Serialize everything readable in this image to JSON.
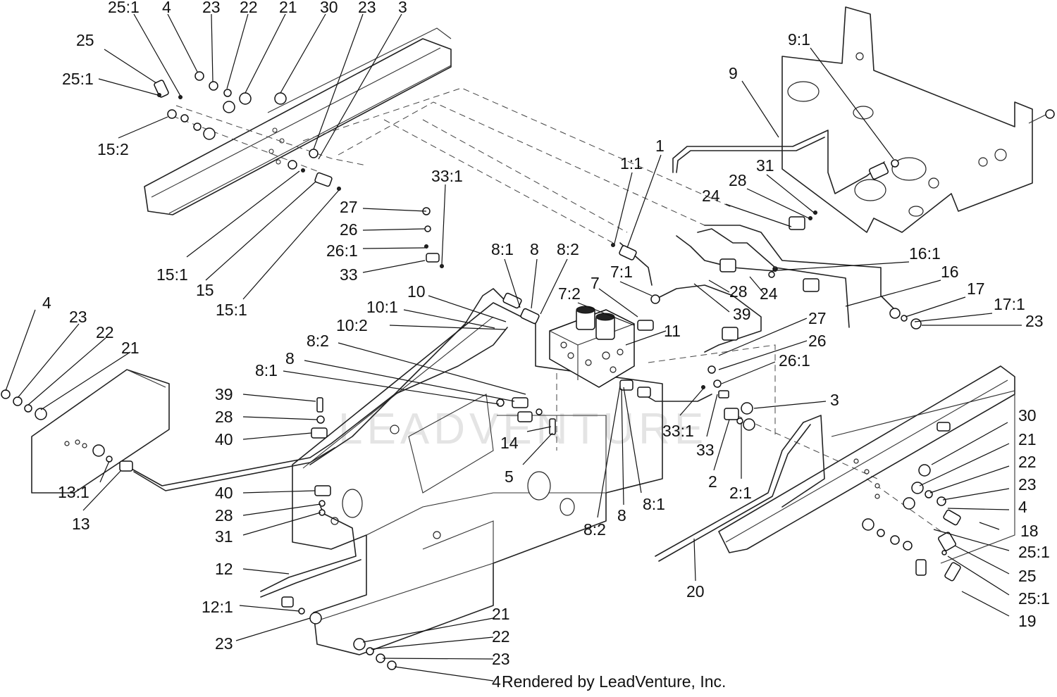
{
  "footer": {
    "credit": "Rendered by LeadVenture, Inc."
  },
  "watermark": {
    "text": "LEADVENTURE"
  },
  "callouts": [
    "25:1",
    "4",
    "23",
    "22",
    "21",
    "30",
    "23",
    "3",
    "25",
    "25:1",
    "15:2",
    "15:1",
    "15",
    "15:1",
    "9:1",
    "9",
    "1:1",
    "1",
    "31",
    "28",
    "24",
    "33:1",
    "27",
    "26",
    "26:1",
    "33",
    "8:1",
    "8",
    "8:2",
    "7:1",
    "16:1",
    "16",
    "17",
    "17:1",
    "23",
    "10",
    "7:2",
    "7",
    "28",
    "24",
    "39",
    "10:1",
    "10:2",
    "11",
    "27",
    "26",
    "26:1",
    "8:2",
    "8",
    "8:1",
    "3",
    "4",
    "23",
    "22",
    "21",
    "39",
    "28",
    "40",
    "14",
    "5",
    "33:1",
    "33",
    "30",
    "21",
    "22",
    "23",
    "4",
    "13:1",
    "13",
    "40",
    "28",
    "31",
    "2",
    "2:1",
    "8:1",
    "8:2",
    "8",
    "18",
    "25:1",
    "25",
    "25:1",
    "19",
    "12",
    "20",
    "12:1",
    "23",
    "21",
    "22",
    "23",
    "4"
  ]
}
